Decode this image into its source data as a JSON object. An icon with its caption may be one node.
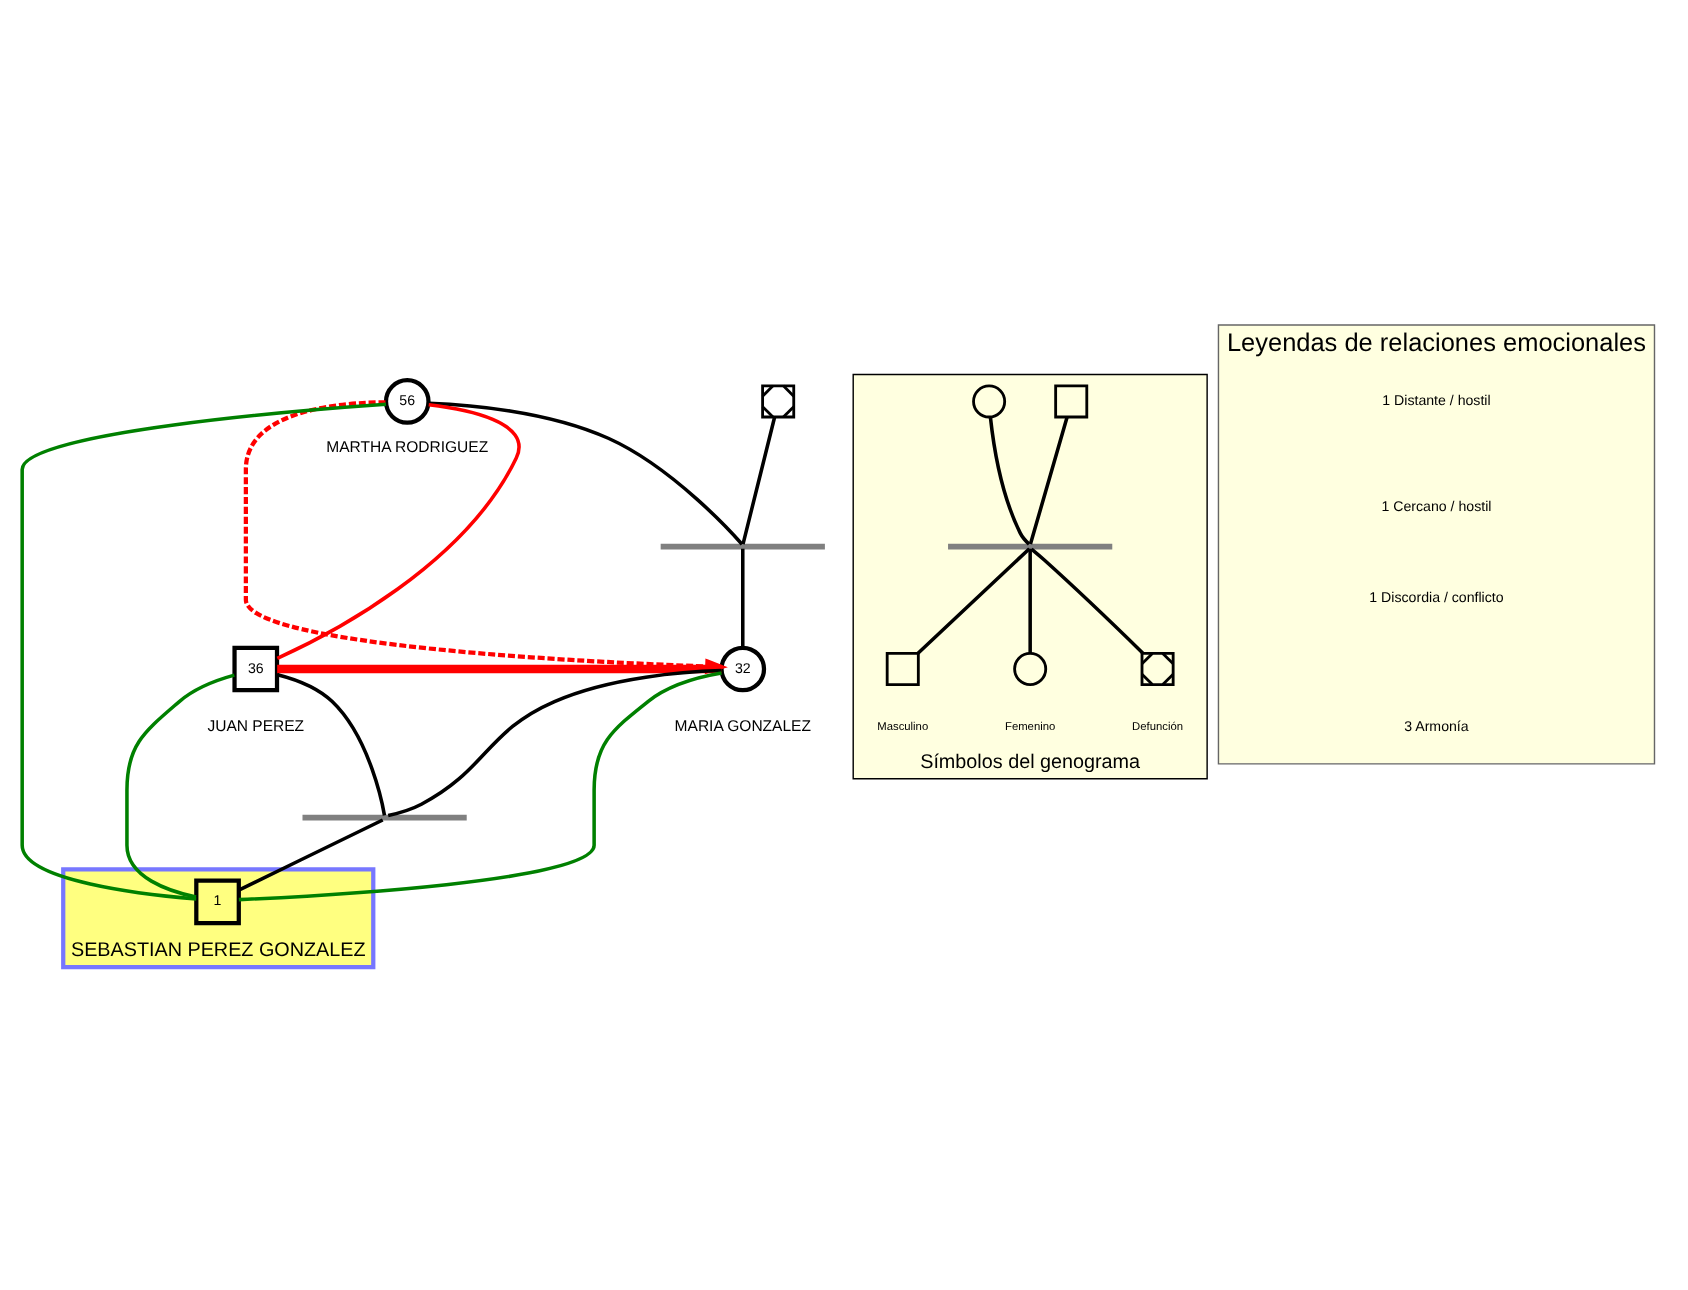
{
  "diagram": {
    "nodes": [
      {
        "text": [
          "56"
        ],
        "beside": [
          "MARTHA RODRIGUEZ"
        ]
      },
      {
        "text": [],
        "shape": "box"
      },
      {
        "text": [],
        "shape": "bar"
      },
      {
        "text": [
          "32"
        ],
        "beside": [
          "MARIA GONZALEZ"
        ]
      },
      {
        "text": [
          "36"
        ],
        "beside": [
          "JUAN PEREZ"
        ]
      },
      {
        "text": [],
        "shape": "bar"
      },
      {
        "text": [
          "SEBASTIAN PEREZ GONZALEZ"
        ]
      },
      {
        "text": [
          "1"
        ],
        "in": 6
      },
      {
        "text": [
          "Símbolos del genograma"
        ]
      },
      {
        "text": [],
        "shape": "box",
        "in": 8
      },
      {
        "text": [],
        "shape": "circle",
        "in": 8
      },
      {
        "text": [],
        "shape": "bar",
        "in": 8
      },
      {
        "text": [],
        "shape": "box",
        "in": 8,
        "beside": [
          "Masculino"
        ]
      },
      {
        "text": [],
        "shape": "circle",
        "in": 8,
        "beside": [
          "Femenino"
        ]
      },
      {
        "text": [],
        "shape": "box",
        "in": 8,
        "beside": [
          "Defunción"
        ]
      },
      {
        "text": [
          "Leyendas de relaciones emocionales"
        ]
      }
    ],
    "edges": [
      {
        "from": 0,
        "to": 2,
        "arrow": "none"
      },
      {
        "from": 1,
        "to": 2,
        "arrow": "none"
      },
      {
        "from": 2,
        "to": 3,
        "arrow": "none"
      },
      {
        "from": 3,
        "to": 5,
        "arrow": "none"
      },
      {
        "from": 4,
        "to": 5,
        "arrow": "none"
      },
      {
        "from": 5,
        "to": 7,
        "arrow": "none"
      },
      {
        "from": 0,
        "to": 4,
        "arrow": "none",
        "color": "#ff0000"
      },
      {
        "from": 3,
        "to": 4,
        "arrow": "none",
        "style": "thick",
        "color": "#ff0000"
      },
      {
        "from": 0,
        "to": 3,
        "arrow": "to",
        "style": "dashed",
        "color": "#ff0000"
      },
      {
        "from": 0,
        "to": 7,
        "arrow": "none",
        "color": "#008000"
      },
      {
        "from": 3,
        "to": 7,
        "arrow": "none",
        "color": "#008000"
      },
      {
        "from": 4,
        "to": 7,
        "arrow": "none",
        "color": "#008000"
      },
      {
        "from": 9,
        "to": 11,
        "arrow": "none"
      },
      {
        "from": 10,
        "to": 11,
        "arrow": "none"
      },
      {
        "from": 11,
        "to": 12,
        "arrow": "none"
      },
      {
        "from": 11,
        "to": 13,
        "arrow": "none"
      },
      {
        "from": 11,
        "to": 14,
        "arrow": "none"
      }
    ],
    "legend": [
      {
        "text": "1 Distante / hostil"
      },
      {
        "text": "1 Cercano / hostil"
      },
      {
        "text": "1 Discordia / conflicto"
      },
      {
        "text": "3 Armonía"
      }
    ]
  }
}
